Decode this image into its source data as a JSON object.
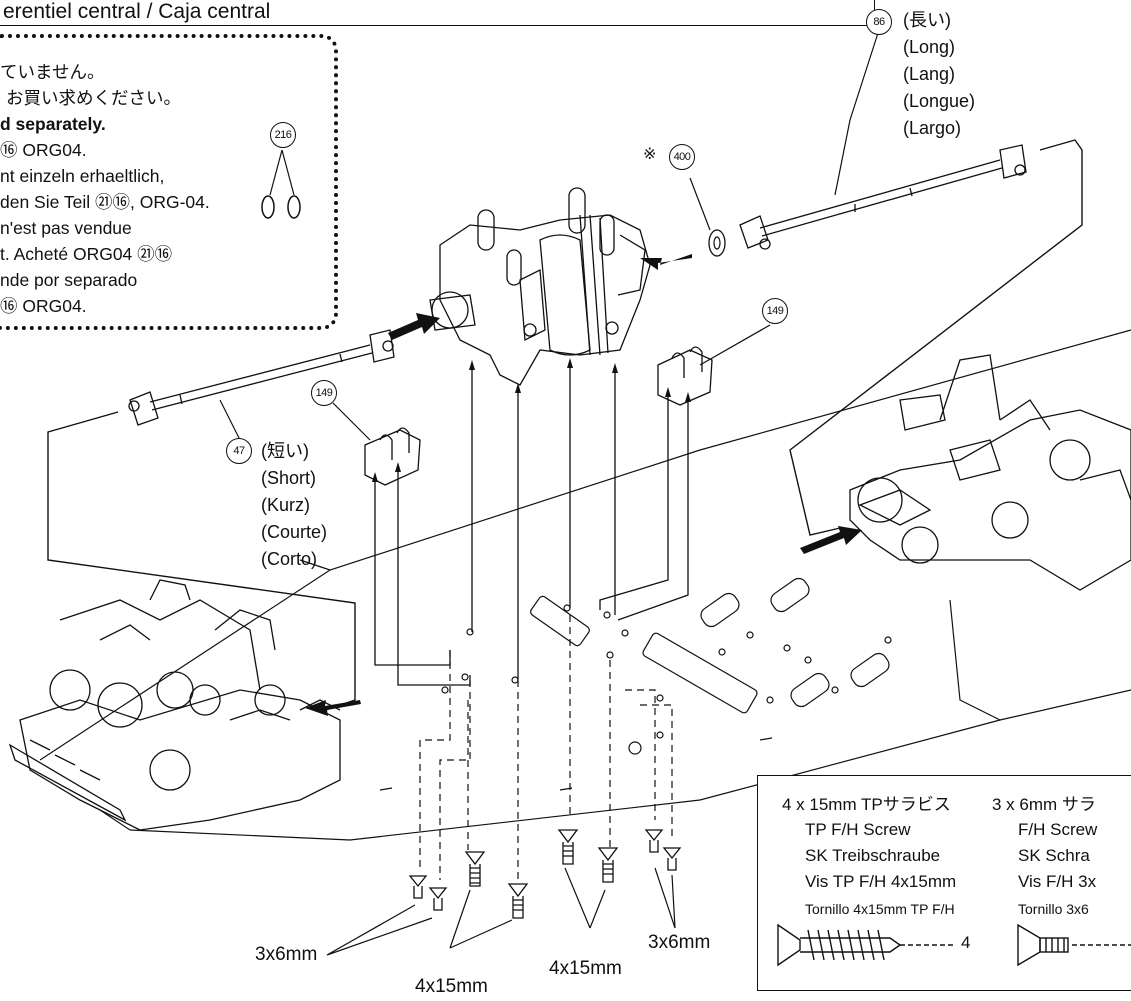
{
  "header": {
    "title": "erentiel central / Caja central"
  },
  "note": {
    "lines": [
      "ていません。",
      "お買い求めください。",
      "d separately.",
      "⑯ ORG04.",
      "nt einzeln erhaeltlich,",
      "den Sie Teil ㉑⑯, ORG-04.",
      "n'est pas vendue",
      "t. Acheté ORG04 ㉑⑯",
      "nde por separado",
      "⑯ ORG04."
    ],
    "part_number": "216"
  },
  "parts": {
    "long_shaft": {
      "number": "86",
      "labels": [
        "(長い)",
        "(Long)",
        "(Lang)",
        "(Longue)",
        "(Largo)"
      ]
    },
    "short_shaft": {
      "number": "47",
      "labels": [
        "(短い)",
        "(Short)",
        "(Kurz)",
        "(Courte)",
        "(Corto)"
      ]
    },
    "washer": {
      "mark": "※",
      "number": "400"
    },
    "mount_left": {
      "number": "149"
    },
    "mount_right": {
      "number": "149"
    }
  },
  "screw_sizes": {
    "left_3x6": "3x6mm",
    "left_4x15": "4x15mm",
    "center_4x15": "4x15mm",
    "right_3x6": "3x6mm"
  },
  "legend": {
    "tp_screw": {
      "lines": [
        "4 x 15mm TPサラビス",
        "TP F/H Screw",
        "SK Treibschraube",
        "Vis TP F/H 4x15mm",
        "Tornillo 4x15mm TP F/H"
      ],
      "qty": "4"
    },
    "fh_screw": {
      "lines": [
        "3 x 6mm サラ",
        "F/H Screw",
        "SK Schra",
        "Vis F/H 3x",
        "Tornillo 3x6"
      ]
    }
  }
}
